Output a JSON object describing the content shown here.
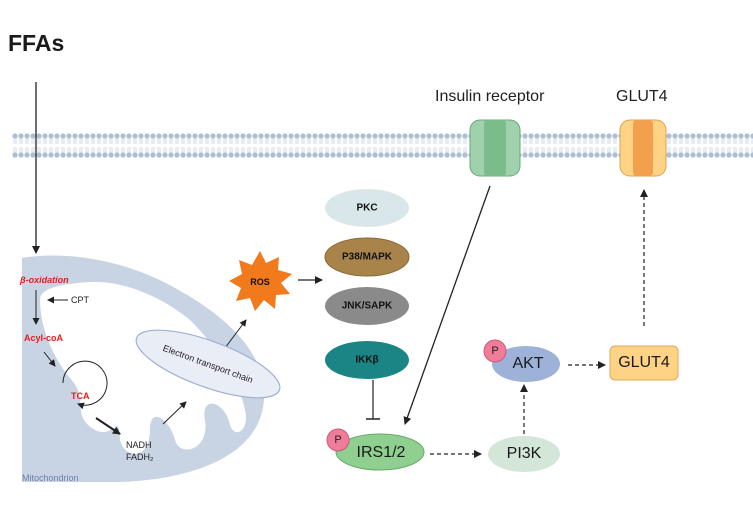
{
  "title": "FFAs",
  "membrane": {
    "insulin_receptor_label": "Insulin  receptor",
    "glut4_membrane_label": "GLUT4"
  },
  "mitochondrion": {
    "beta_oxidation": "β-oxidation",
    "cpt": "CPT",
    "acyl_coa": "Acyl-coA",
    "tca": "TCA",
    "nadh": "NADH",
    "fadh2": "FADH₂",
    "electron_transport_chain": "Electron transport chain",
    "label": "Mitochondrion"
  },
  "ros": "ROS",
  "kinases": {
    "pkc": "PKC",
    "p38_mapk": "P38/MAPK",
    "jnk_sapk": "JNK/SAPK",
    "ikkb": "IKKβ"
  },
  "signaling": {
    "irs": "IRS1/2",
    "pi3k": "PI3K",
    "akt": "AKT",
    "glut4": "GLUT4",
    "phospho": "P"
  },
  "colors": {
    "membrane": "#aebfd3",
    "mitochondrion": "#c8d3e4",
    "ros": "#f07a1c",
    "pkc": "#d9e7ea",
    "p38": "#a8844a",
    "jnk": "#8a8a8a",
    "ikk": "#1b8585",
    "irs": "#8fcf8f",
    "pi3k": "#d3e6d8",
    "akt": "#9db1d9",
    "glut4_box": "#ffd386",
    "phospho": "#ef7d9a",
    "receptor": "#88c49a",
    "glut4_channel": "#f2a04c"
  }
}
